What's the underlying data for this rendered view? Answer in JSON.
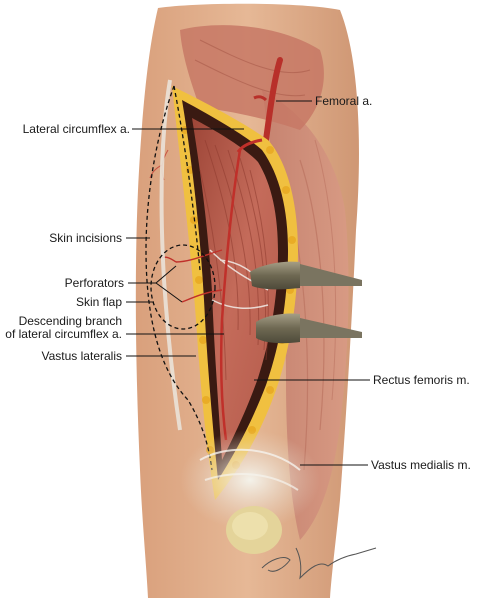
{
  "labels": {
    "femoral": "Femoral a.",
    "lateral_circumflex": "Lateral circumflex a.",
    "skin_incisions": "Skin incisions",
    "perforators": "Perforators",
    "skin_flap": "Skin flap",
    "descending_line1": "Descending branch",
    "descending_line2": "of lateral circumflex a.",
    "vastus_lateralis": "Vastus lateralis",
    "rectus_femoris": "Rectus femoris m.",
    "vastus_medialis": "Vastus medialis m."
  },
  "colors": {
    "skin": "#e0b08e",
    "skin_dark": "#c98d68",
    "muscle": "#b45a4c",
    "muscle_light": "#cf7f6c",
    "fat": "#f0c040",
    "artery": "#c0302a",
    "retractor": "#8a826c",
    "fascia": "#eae6e0"
  }
}
